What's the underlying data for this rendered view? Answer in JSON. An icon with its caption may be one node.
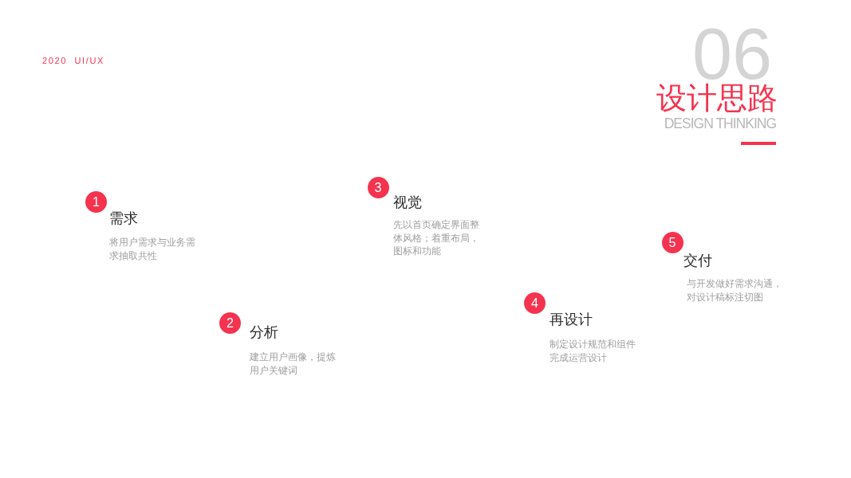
{
  "diagram": {
    "title": "设计思路",
    "nodes": [
      {
        "text": [
          "1"
        ],
        "beside": [
          "需求",
          "将用户需求与业务需求抽取共性"
        ]
      },
      {
        "text": [
          "2"
        ],
        "beside": [
          "分析",
          "建立用户画像，提炼用户关键词"
        ]
      },
      {
        "text": [
          "3"
        ],
        "beside": [
          "视觉",
          "先以首页确定界面整体风格；着重布局，图标和功能"
        ]
      },
      {
        "text": [
          "4"
        ],
        "beside": [
          "再设计",
          "制定设计规范和组件完成运营设计"
        ]
      },
      {
        "text": [
          "5"
        ],
        "beside": [
          "交付",
          "与开发做好需求沟通，对设计稿标注切图"
        ]
      }
    ],
    "labels": [
      "2020 UI/UX",
      "06",
      "DESIGN THINKING"
    ]
  }
}
